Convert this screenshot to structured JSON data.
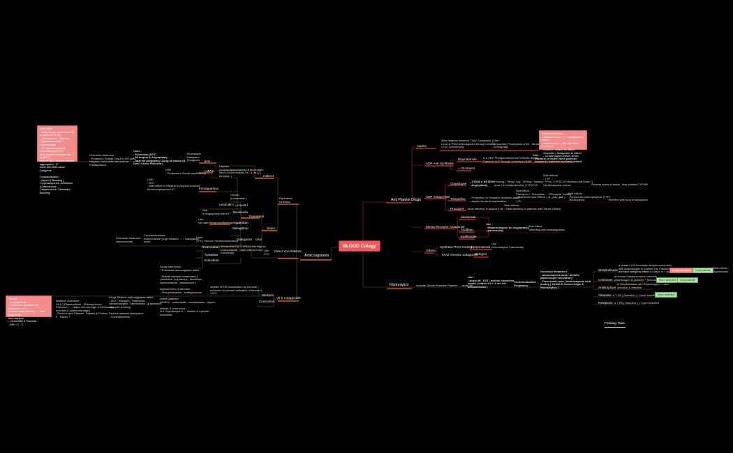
{
  "central": "BLOOD Cology",
  "floating_topic": "Floating Topic",
  "main": {
    "anticoagulants": "AntiCoagulants",
    "antiplatelet": "Anti Platelet Drugs",
    "fibrinolytics": "Fibrinolytics"
  },
  "antiplatelet": {
    "aspirin": "Aspirin",
    "aspirin_mech": "Alter Balance between TXA2 Coagulator (↑\nLess) & PGI2 Anticoagulant through inhibits\nCOX-1 irreversibly",
    "aspirin_use": "Use :\nSecondary Prophylaxis of MI , Stroke (\n325mg/day)",
    "aspirin_ci": "Contraindications :\n- Sulfonylureas ( → ↑ hypoglycemic effect )\n- Probenecid ( → Re. Uric acid excretion)\n- NSAIDs ( reduce its effect )\n- Ibuprofen ( Antagonize its effect ) → so take Aspirin before 30min",
    "adp_synth": "ADP Anti-Synthesis",
    "dipyridamole": "Dipyridamole",
    "cilostazol": "+ Cilostazol",
    "dipy_mech": "is a PDE Phosphodiesterase Inhibitor which\nPrevents ADP through increased cAMP",
    "dipy_use": "Use :\n- Warfarin in Heart Valve patients\n- Aspirin in transient ischemic attack",
    "adp_antag": "ADP Antagonists",
    "clopidogrel": "Clopidogrel",
    "clop_use": "- STEMI & NSTEMI\n- Angioplasty",
    "clop_dose": "Prodrug ( 75mg / day - 300mg / loading\ndose ) is metabolized by CYP2C19 .",
    "clop_se": "Side effects :\n- TTP\n- PPIs ( CYP2C19 Inhibitors will lower ↑)\nCardiovascular events",
    "clop_onset": "Slowest onset of action",
    "clop_inh": "they inhibits CYP450",
    "ticlopidine": "Ticlopidine",
    "ticl_use": "- Prevention in Transient Ischemic attack\n- aspirin for stent implantation",
    "ticl_se1": "Side effect :\nPhenytoin + Ticlopidine → Phenytoin Toxicity\n- thrombotic side effects ( قليل ولكن له )\nيجب",
    "ticl_se2": "Side-effects :\n- Purpura thrombocytopenia (TTP)\n- Neutropenia",
    "ticl_food": "interfere with food in absorption",
    "prasugrel": "Prasugrel",
    "pras_use": "Most effective in angina & MI",
    "pras_se": "Side effects :\n- Fatal bleeding in patients with Stroke History",
    "gp": "IIb/IIIa Receptor Antagonist",
    "abciximab": "Abciximab",
    "tirofiban": "Tirofiban",
    "eptifibatide": "Eptifibatide",
    "tiro_use": "Use :\n- Heparin/aspirin for Angioplasty\n- parenterally",
    "tiro_se": "Side Effect :\n-Bleeding with anticoagulants",
    "others": "Others",
    "pgi2": "Synthetic PGI2 Analog",
    "epoprostenol": "Epoprostenol",
    "epo_use": "Use :\nHemodialysis Parenterally",
    "txa2": "TXA2 receptor antagonist",
    "ridogrel": "Ridogrel"
  },
  "fibrinolytics": {
    "mech": "Activate Serine Protease Plasmin → acute MI",
    "use": "Use :\n- acute MI , DVT , arterial embolism ,\nstroke ( within 4.5 + 3 ms not\nstreptokinase )",
    "ci": "Contraindication :\nPregnancy",
    "overdose": "Overdose treatment :\n- Aminocaproic acid ( Inhibits\nplasminogen activation)\n- Tranexamic acid ( aminocaproic acid\nanalog ) Inhibit & Hemorrhagic &\nFibrinolytics )",
    "streptokinase": "Streptokinase",
    "strep_text": "a protein of B-hemolytic streptococcus bind\nwith plasminogen to convert it to Plasmin (\nbut have antigenic effect ≥ 4 days to 1 year )",
    "strep_tag1": "Antigenic effect",
    "strep_tag2": "Long half-life",
    "strep_se": "Side-effects :\nHypotension",
    "urokinase": "Urokinase",
    "uro_text": "a Human Kidney enzyme converts\nplasminogen to plasmin + Selective",
    "uro_tag1": "More selective",
    "uro_tag2": "Long half-life",
    "anistreplase": "Anistreplase",
    "anis_text": "is Streptokinase with Plasminogen = more\nselective & effective",
    "alteplase": "Alteplase",
    "alt_text": "a T-PA ( Selective ) = more selective",
    "alt_tag": "More selective",
    "reteplase": "Reteplase",
    "ret_text": "a T-PA ( Selective ) = more selective"
  },
  "anticoag": {
    "parenteral": "Parenteral\nInhibitors",
    "indirect": "Indirect",
    "heparin": "Heparin\n(mucopolysaccharide) & its charged\nbind to AntiII inhibits Xa , & IIa (2 )\nthrombin )",
    "ufh": "UFH",
    "ufh_list": "- Enoxaparin\n- Dalteparin\n- Tinzaparin",
    "lmwh_use": "Uses :\n- Embolism (DVT)\n- MI angina & Angioplasty\n- Safe for pregnancy -Drug of choice (it\nDon't Cross Placenta )",
    "overdose": "Overdose treatment :\n- Protamine Sulfate 1mg for 100 units\nHeparin, but it does not work on\nFondaparinux",
    "se_box": "Side effect :\n- Hemorrhage when taken IM as given IV (it SC)\n- Osteoporosis , Alopecia ,\nHypoaldosteronism → Hyperkalemia\n- HIT Heparin-induced thrombocytopenia in\ngive (argatroban/lepirudin) → by (PF4+\nheparin-IgG) activate platelet aggregation , IF\nlower afterbirth cause Gangrene\n\nContraindicated :\n- Aspirin ( Bleeding )\n-Cephalosporins, Antibiotics (Cefamandole,\nCefoperazone, Cefotetan) Bleeding",
    "lmwh": "LMWH",
    "lmwh_use2": "USE :\n- Preferred in Renal insufficiency",
    "fonda": "Fondaparinux",
    "fonda_use": "USE :\n- DVT\n- Alternative to Heparin in Heparin-induced\nthrombocytopenia HIT",
    "direct": "Direct",
    "parenteral_d": "Parenteral",
    "hirudin": "Hirudin\n(irreversible )",
    "lepirudin": "Lepirudin ( هيرودين )",
    "bivalirudin": "Bivalirudin",
    "biv_use": "Use :\nin Angioplasty with HIT",
    "argatroban": "Argatroban",
    "arg_use": "Use :\nHIT with Renal insufficiency",
    "melagatran": "Melagatran",
    "oral": "Oral",
    "dabigatran": "Dabigatran",
    "dabi_use": "Uses :\nVTE ( Venous Thromboembolism)",
    "dabi_ci": "Contraindications :\nKetoconazole (p-gp inhibitor → ↑ Dabigatran\nlevel)",
    "dabi_od": "Overdose treatment :\nIdarucizumab",
    "direct_xa": "Direct Xa Inhibitors",
    "rivaroxaban": "Rivaroxaban",
    "apixaban": "Apixaban",
    "edoxaban": "Edoxaban",
    "xa_met": "Metabolized by CYP3A4 and Pgp so\nKetoconazole ↑ their effect(except\nEdoxaban).",
    "xa_use": "Use :\nVTE",
    "vitk": "Vit K Antagonists",
    "warfarin": "Warfarin",
    "coumarins": "Coumarins",
    "war_mech": "inhibits VKOR reactivation by epoxide\nreduction to prevent activation of factors II,\nVII,IX",
    "war_inter": "Drugs interaction :\n* Potentiate anticoagulant effect :\n\n- inhibits warfarin metabolism (\ncimetidine, imipramine , disulfiram ,\nmetronidazole , amiodarone )\n\ndisplacement of albumin :\n- Phenylbutazone , sulfinpyrazone\n\ninhibit platelets :\nNSAIDs , carbenicillin, moxalactams , Aspirin\n\ninhibits K production :\n3rd Cephalosporin → inhibits K-epoxide\nreductase",
    "war_reduce": "Drugs Reduce anticoagulants effect :\n- Vit K , estrogen , Rifampicin ,\ncarbamazepine , barbiturates , griseofulvin ,\ncigarette smoking\n\nReduce warfarin absorption :\n- Cholestyramine",
    "war_od": "Warfarin Overdose :\nVit K ( Phytonadione , Phenaquinone,\nPhenidol ) → (takes Hemorrhage & Deficiency\nin inhibit & antihemorrhage)\n- Fresh-frozen Plasma , Sebalin & Prothro\nF , Factor 7",
    "war_se": "Toxicity :\n- Teratogenicity\n- Cutaneous necrosis ( by depression of C-\nprotein in fatty tissues ) → take heparin till\nthen warfarin\n- Cross BBB & Placenta\n- INR = 2 - 3"
  },
  "colors": {
    "central": "#f05a5a",
    "antiplatelet_branch": "#e03030",
    "anticoag_branch": "#f07010",
    "note_pink": "#f28b8b",
    "tag_green": "#a8e6a0"
  }
}
